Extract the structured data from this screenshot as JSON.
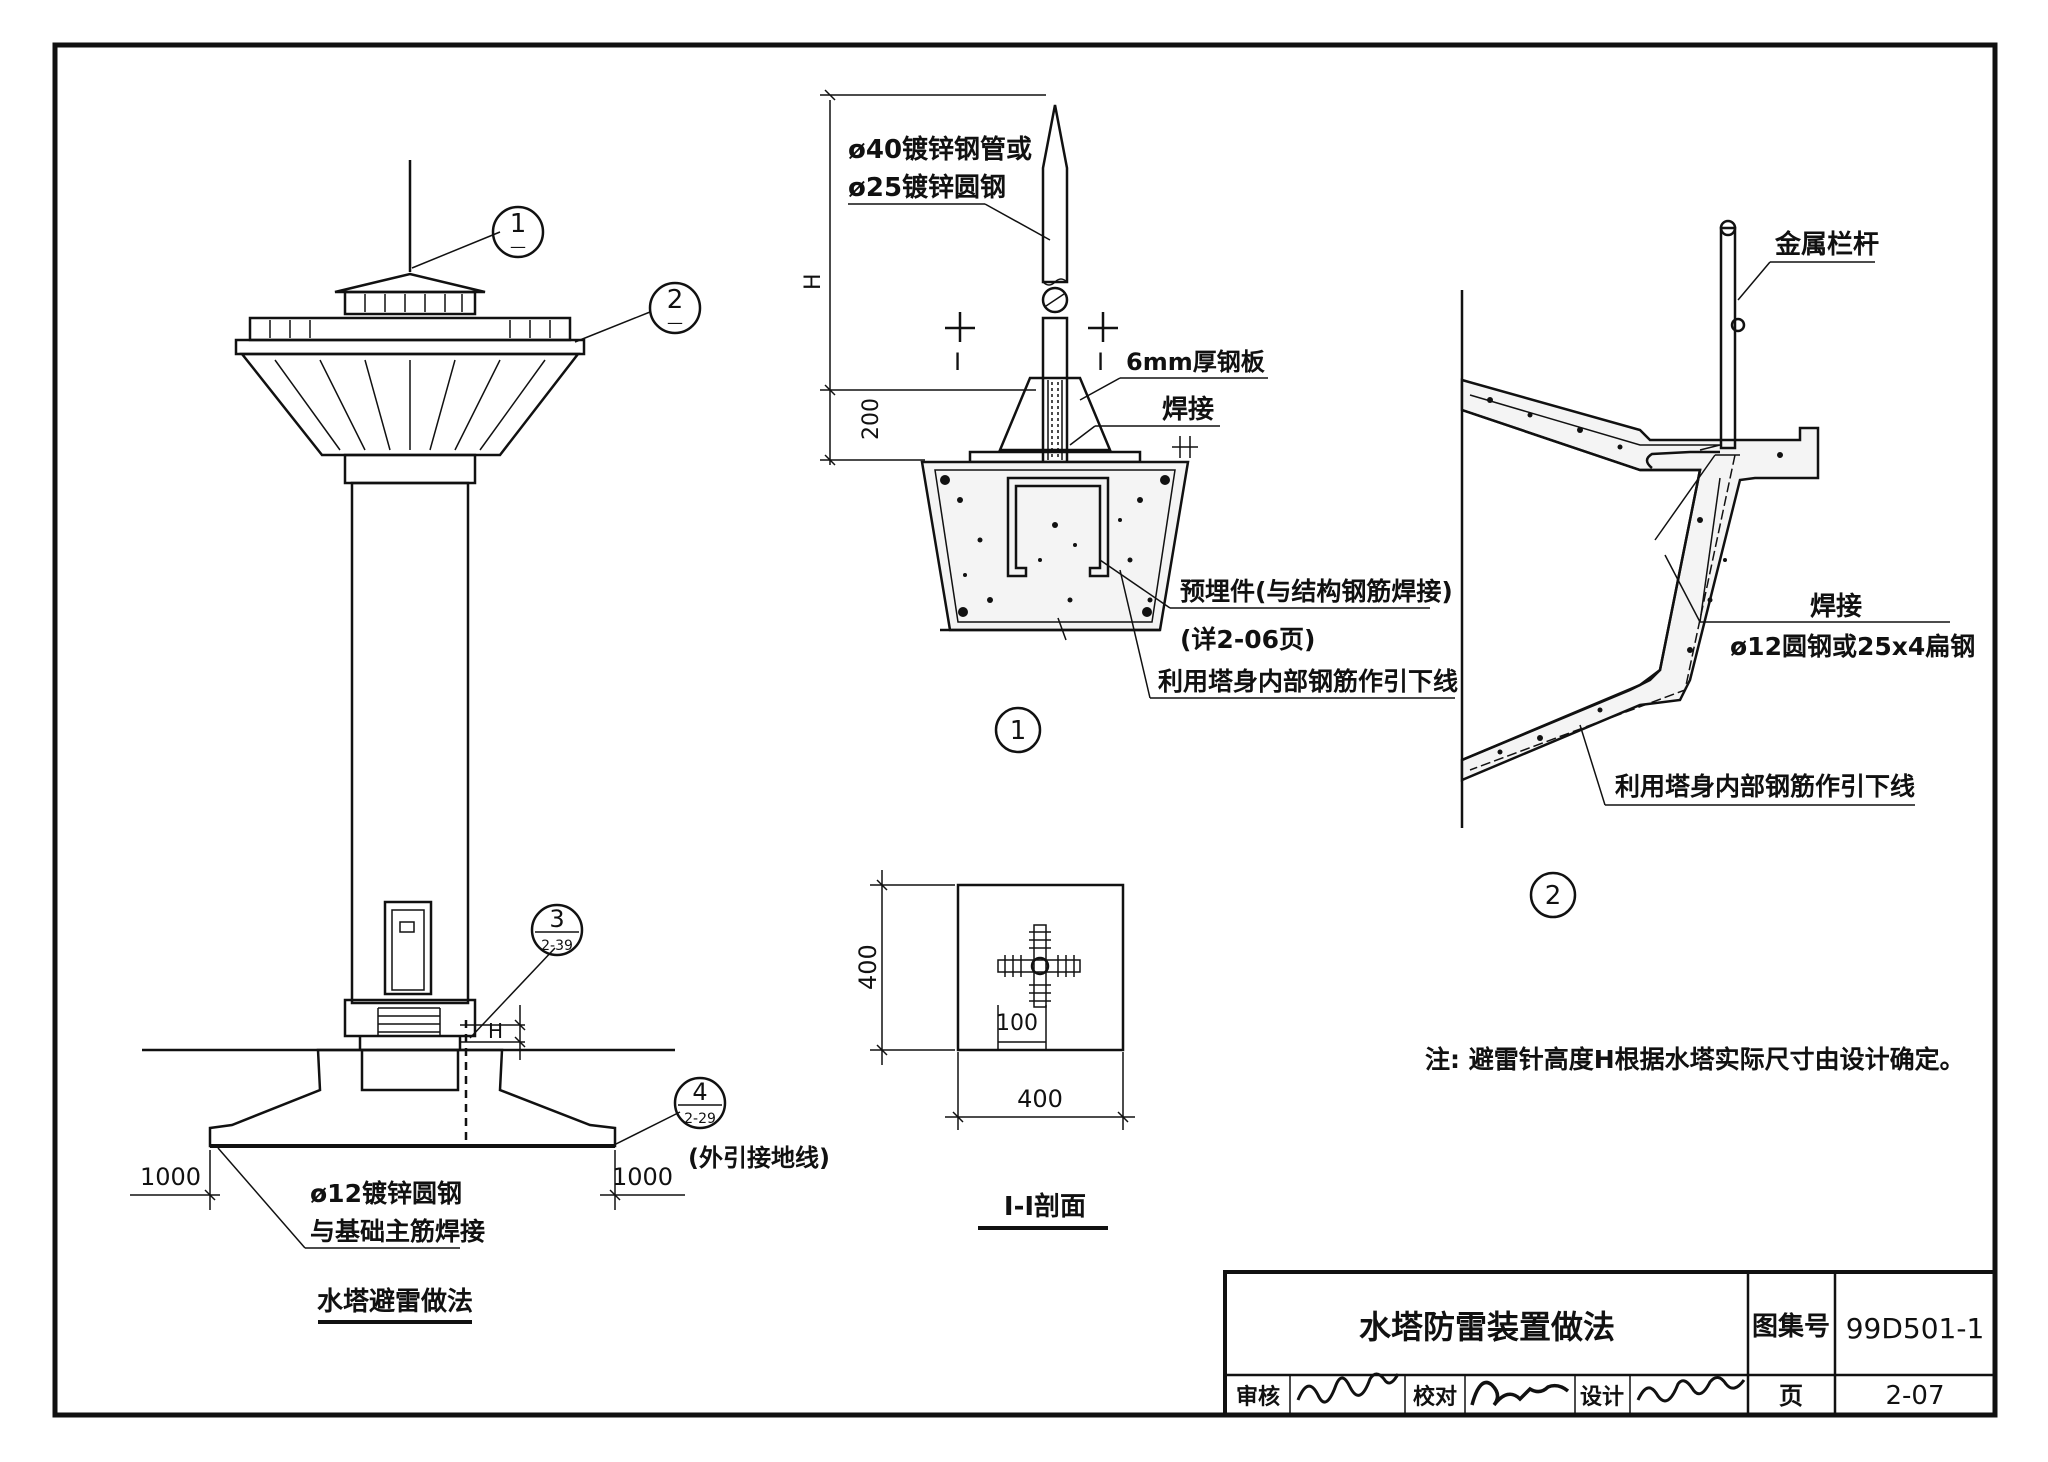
{
  "tower_callouts": {
    "c1_num": "1",
    "c1_sub": "—",
    "c2_num": "2",
    "c2_sub": "—",
    "c3_num": "3",
    "c3_sub": "2-39",
    "c4_num": "4",
    "c4_sub": "2-29",
    "h_label": "H"
  },
  "tower": {
    "dim_left": "1000",
    "dim_right": "1000",
    "ground_conductor_line1": "ø12镀锌圆钢",
    "ground_conductor_line2": "与基础主筋焊接",
    "external_ground_note": "(外引接地线)",
    "caption": "水塔避雷做法"
  },
  "detail1": {
    "rod_spec_line1": "ø40镀锌钢管或",
    "rod_spec_line2": "ø25镀锌圆钢",
    "dim_h": "H",
    "dim_200": "200",
    "section_mark": "I",
    "plate_label": "6mm厚钢板",
    "weld_label": "焊接",
    "embedded_part": "预埋件(与结构钢筋焊接)",
    "see_page": "(详2-06页)",
    "downlead": "利用塔身内部钢筋作引下线",
    "number": "1"
  },
  "section": {
    "dim_400_v": "400",
    "dim_100": "100",
    "dim_400_h": "400",
    "caption": "I-I剖面"
  },
  "detail2": {
    "railing": "金属栏杆",
    "weld": "焊接",
    "conductor": "ø12圆钢或25x4扁钢",
    "downlead": "利用塔身内部钢筋作引下线",
    "number": "2"
  },
  "note": "注: 避雷针高度H根据水塔实际尺寸由设计确定。",
  "title_block": {
    "title": "水塔防雷装置做法",
    "atlas_label": "图集号",
    "atlas_no": "99D501-1",
    "review": "审核",
    "check": "校对",
    "design": "设计",
    "page_label": "页",
    "page_no": "2-07"
  }
}
